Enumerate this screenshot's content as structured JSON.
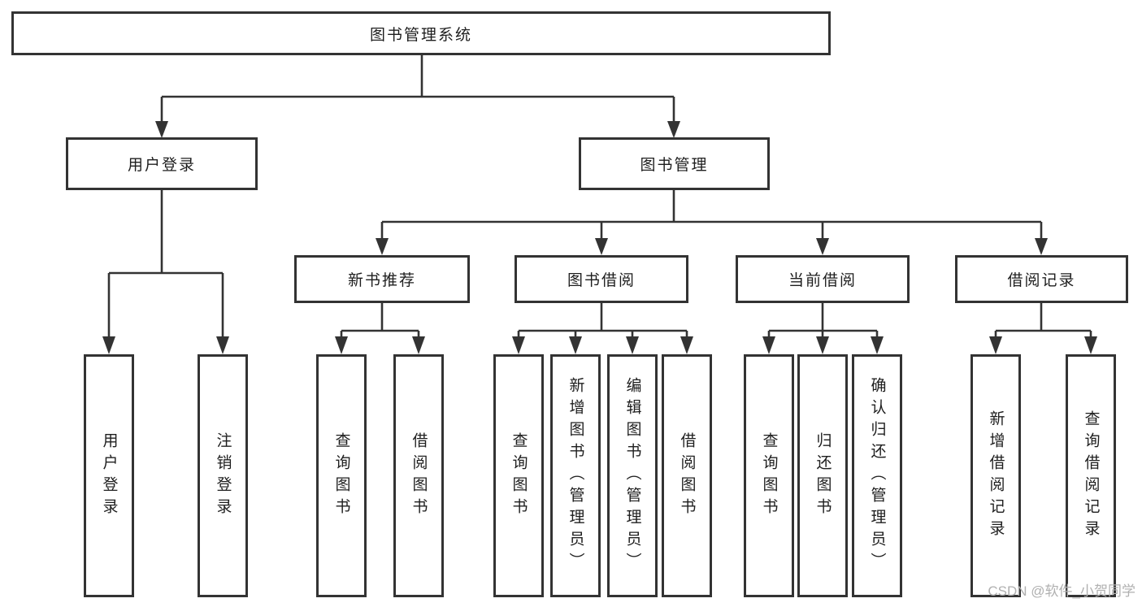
{
  "root_label": "图书管理系统",
  "tree": {
    "user_login": {
      "label": "用户登录",
      "children": [
        {
          "label": "用户登录"
        },
        {
          "label": "注销登录"
        }
      ]
    },
    "book_mgmt": {
      "label": "图书管理",
      "sections": {
        "new_books": {
          "label": "新书推荐",
          "children": [
            {
              "label": "查询图书"
            },
            {
              "label": "借阅图书"
            }
          ]
        },
        "book_borrow": {
          "label": "图书借阅",
          "children": [
            {
              "label": "查询图书"
            },
            {
              "label": "新增图书（管理员）"
            },
            {
              "label": "编辑图书（管理员）"
            },
            {
              "label": "借阅图书"
            }
          ]
        },
        "current_borrow": {
          "label": "当前借阅",
          "children": [
            {
              "label": "查询图书"
            },
            {
              "label": "归还图书"
            },
            {
              "label": "确认归还（管理员）"
            }
          ]
        },
        "borrow_records": {
          "label": "借阅记录",
          "children": [
            {
              "label": "新增借阅记录"
            },
            {
              "label": "查询借阅记录"
            }
          ]
        }
      }
    }
  },
  "watermark": "CSDN @软件_小贺同学",
  "colors": {
    "line": "#333333",
    "text": "#1e1e1e",
    "box_background": "#ffffff",
    "watermark": "#b0b0b0",
    "page_background": "#ffffff"
  }
}
